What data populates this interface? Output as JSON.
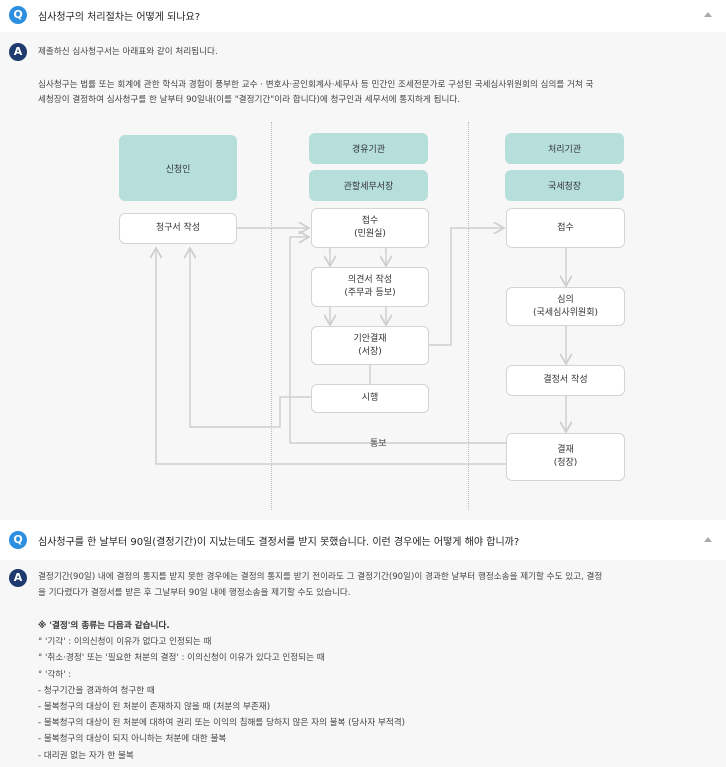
{
  "faq1": {
    "question": "심사청구의 처리절차는 어떻게 되나요?",
    "answer_intro": "제출하신 심사청구서는 아래표와 같이 처리됩니다.",
    "answer_line1": "심사청구는 법률 또는 회계에 관한 학식과 경험이 풍부한 교수 · 변호사·공인회계사·세무사 등 민간인 조세전문가로 구성된 국세심사위원회의 심의를 거쳐 국",
    "answer_line2": "세청장이 결정하여 심사청구를 한 날부터 90일내(이를 \"결정기간\"이라 합니다)에 청구인과 세무서에 통지하게 됩니다."
  },
  "flow": {
    "col1_header": "신청인",
    "col2_header1": "경유기관",
    "col2_header2": "관할세무서장",
    "col3_header1": "처리기관",
    "col3_header2": "국세청장",
    "applicant_write": "청구서 작성",
    "receipt": "접수",
    "receipt_sub": "(민원실)",
    "opinion": "의견서 작성",
    "opinion_sub": "(주무과 등보)",
    "draft": "기안결재",
    "draft_sub": "(서장)",
    "execute": "시행",
    "hq_receipt": "접수",
    "review": "심의",
    "review_sub": "(국세심사위원회)",
    "decision_write": "결정서 작성",
    "approval": "결재",
    "approval_sub": "(청장)",
    "notify_label": "통보"
  },
  "faq2": {
    "question": "심사청구를 한 날부터 90일(결정기간)이 지났는데도 결정서를 받지 못했습니다. 이런 경우에는 어떻게 해야 합니까?",
    "answer_line1": "결정기간(90일) 내에 결정의 통지를 받지 못한 경우에는 결정의 통지를 받기 전이라도 그 결정기간(90일)이 경과한 날부터 행정소송을 제기할 수도 있고, 결정",
    "answer_line2": "을 기다렸다가 결정서를 받은 후 그날부터 90일 내에 행정소송을 제기할 수도 있습니다.",
    "types_title": "※ '결정'의 종류는 다음과 같습니다.",
    "items": [
      "° '기각' : 이의신청이 이유가 없다고 인정되는 때",
      "° '취소·경정' 또는 '필요한 처분의 결정' : 이의신청이 이유가 있다고 인정되는 때",
      "° '각하' :",
      "- 청구기간을 경과하여 청구한 때",
      "- 불복청구의 대상이 된 처분이 존재하지 않을 때 (처분의 부존재)",
      "- 불복청구의 대상이 된 처분에 대하여 권리 또는 이익의 침해를 당하지 않은 자의 불복 (당사자 부적격)",
      "- 불복청구의 대상이 되지 아니하는 처분에 대한 불복",
      "- 대리권 없는 자가 한 불복"
    ]
  },
  "icons": {
    "q_badge": "Q",
    "a_badge": "A",
    "collapse": "chevron-up-icon"
  },
  "colors": {
    "q_badge": "#2d8fe0",
    "a_badge": "#1e3a6e",
    "header_fill": "#b6dfdc",
    "panel_bg": "#f7f7f7",
    "arrow": "#cfcfcf"
  }
}
